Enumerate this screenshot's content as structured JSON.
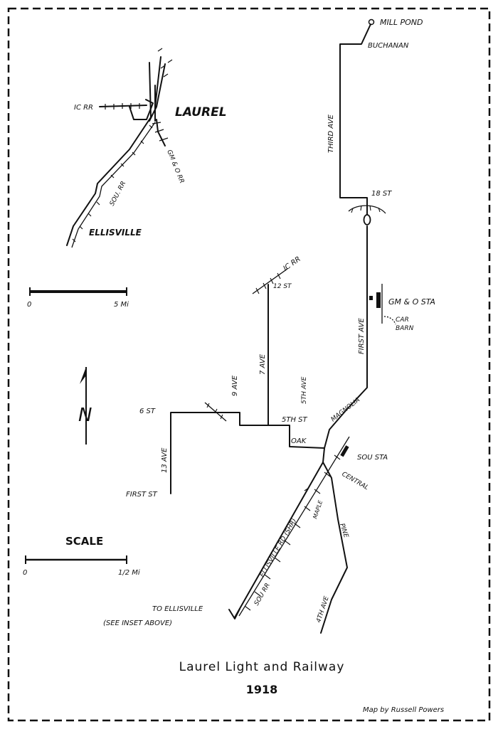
{
  "title": "Laurel Light and Railway",
  "year": "1918",
  "credit": "Map by Russell Powers",
  "inset": {
    "city": "LAUREL",
    "town": "ELLISVILLE",
    "railroads": {
      "ic": "IC RR",
      "sou": "SOU. RR",
      "gmo": "GM & O RR"
    },
    "scale": {
      "zero": "0",
      "max": "5 Mi"
    }
  },
  "main_scale": {
    "title": "SCALE",
    "zero": "0",
    "max": "1/2 Mi"
  },
  "labels": {
    "mill_pond": "MILL POND",
    "buchanan": "BUCHANAN",
    "third_ave": "THIRD AVE",
    "st18": "18 ST",
    "ic_rr": "IC RR",
    "st12": "12 ST",
    "gmo_sta": "GM & O STA",
    "car_barn_1": "CAR",
    "car_barn_2": "BARN",
    "first_ave": "FIRST AVE",
    "ave7": "7 AVE",
    "ave9": "9 AVE",
    "ave5": "5TH AVE",
    "st6": "6 ST",
    "st5": "5TH ST",
    "magnolia": "MAGNOLIA",
    "oak": "OAK",
    "sou_sta": "SOU STA",
    "central": "CENTRAL",
    "ave13": "13 AVE",
    "first_st": "FIRST ST",
    "maple": "MAPLE",
    "ellisville_rd": "ELLISVILLE RD (SHR)",
    "sou_rr": "SOU RR",
    "pine": "PINE",
    "ave4": "4TH AVE",
    "to_ellisville": "TO ELLISVILLE",
    "see_inset": "(SEE INSET ABOVE)"
  },
  "north_label": "N"
}
